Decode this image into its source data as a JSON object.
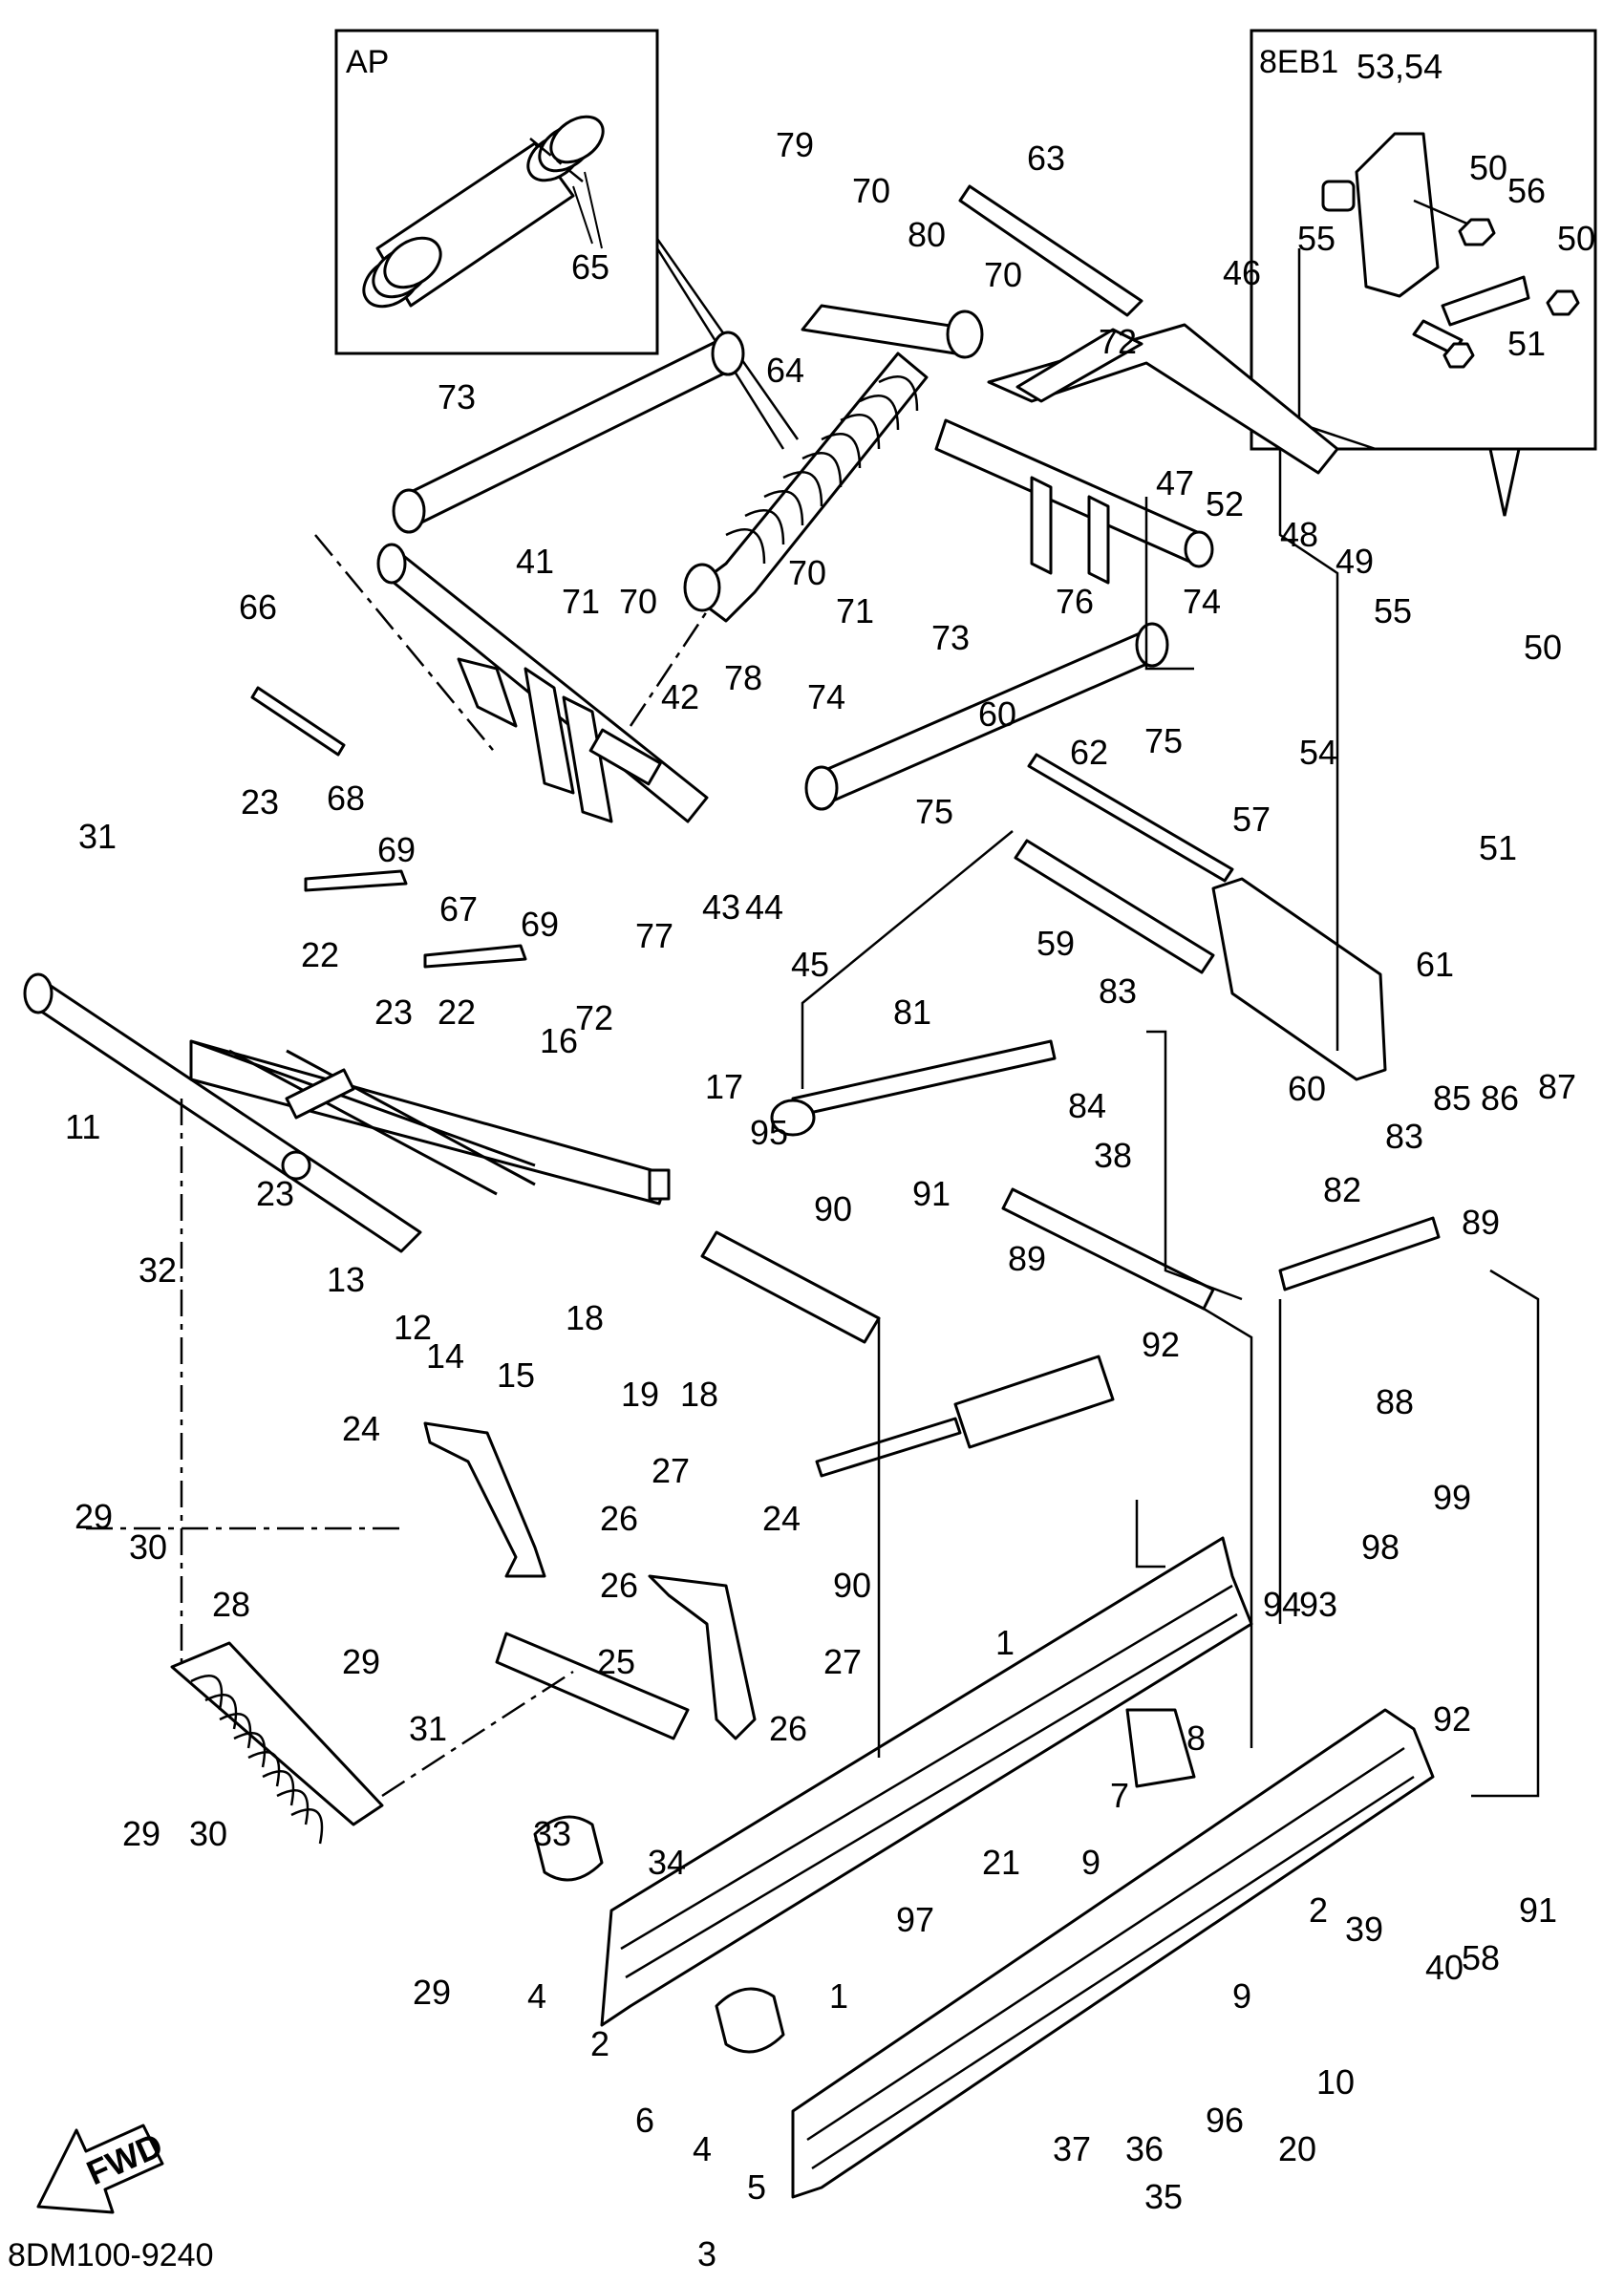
{
  "diagram": {
    "inset_left_label": "AP",
    "inset_right_label": "8EB1",
    "drawing_code": "8DM100-9240",
    "fwd_label": "FWD",
    "part_labels": [
      {
        "id": "65",
        "text": "65"
      },
      {
        "id": "79",
        "text": "79"
      },
      {
        "id": "70a",
        "text": "70"
      },
      {
        "id": "80",
        "text": "80"
      },
      {
        "id": "63",
        "text": "63"
      },
      {
        "id": "70b",
        "text": "70"
      },
      {
        "id": "72a",
        "text": "72"
      },
      {
        "id": "46",
        "text": "46"
      },
      {
        "id": "53_54",
        "text": "53,54"
      },
      {
        "id": "50a",
        "text": "50"
      },
      {
        "id": "56",
        "text": "56"
      },
      {
        "id": "50b",
        "text": "50"
      },
      {
        "id": "55a",
        "text": "55"
      },
      {
        "id": "51a",
        "text": "51"
      },
      {
        "id": "73a",
        "text": "73"
      },
      {
        "id": "64",
        "text": "64"
      },
      {
        "id": "47",
        "text": "47"
      },
      {
        "id": "52",
        "text": "52"
      },
      {
        "id": "48",
        "text": "48"
      },
      {
        "id": "49",
        "text": "49"
      },
      {
        "id": "55b",
        "text": "55"
      },
      {
        "id": "50c",
        "text": "50"
      },
      {
        "id": "41",
        "text": "41"
      },
      {
        "id": "71a",
        "text": "71"
      },
      {
        "id": "70c",
        "text": "70"
      },
      {
        "id": "70d",
        "text": "70"
      },
      {
        "id": "71b",
        "text": "71"
      },
      {
        "id": "76",
        "text": "76"
      },
      {
        "id": "74a",
        "text": "74"
      },
      {
        "id": "66",
        "text": "66"
      },
      {
        "id": "73b",
        "text": "73"
      },
      {
        "id": "78",
        "text": "78"
      },
      {
        "id": "74b",
        "text": "74"
      },
      {
        "id": "75a",
        "text": "75"
      },
      {
        "id": "54",
        "text": "54"
      },
      {
        "id": "51b",
        "text": "51"
      },
      {
        "id": "42",
        "text": "42"
      },
      {
        "id": "68",
        "text": "68"
      },
      {
        "id": "69a",
        "text": "69"
      },
      {
        "id": "23a",
        "text": "23"
      },
      {
        "id": "67",
        "text": "67"
      },
      {
        "id": "69b",
        "text": "69"
      },
      {
        "id": "77",
        "text": "77"
      },
      {
        "id": "43",
        "text": "43"
      },
      {
        "id": "44",
        "text": "44"
      },
      {
        "id": "45",
        "text": "45"
      },
      {
        "id": "75b",
        "text": "75"
      },
      {
        "id": "60a",
        "text": "60"
      },
      {
        "id": "62",
        "text": "62"
      },
      {
        "id": "57",
        "text": "57"
      },
      {
        "id": "59",
        "text": "59"
      },
      {
        "id": "31a",
        "text": "31"
      },
      {
        "id": "22a",
        "text": "22"
      },
      {
        "id": "23b",
        "text": "23"
      },
      {
        "id": "22b",
        "text": "22"
      },
      {
        "id": "72b",
        "text": "72"
      },
      {
        "id": "61",
        "text": "61"
      },
      {
        "id": "83a",
        "text": "83"
      },
      {
        "id": "81",
        "text": "81"
      },
      {
        "id": "84",
        "text": "84"
      },
      {
        "id": "60b",
        "text": "60"
      },
      {
        "id": "85",
        "text": "85"
      },
      {
        "id": "86",
        "text": "86"
      },
      {
        "id": "87",
        "text": "87"
      },
      {
        "id": "16",
        "text": "16"
      },
      {
        "id": "17",
        "text": "17"
      },
      {
        "id": "95",
        "text": "95"
      },
      {
        "id": "11",
        "text": "11"
      },
      {
        "id": "23c",
        "text": "23"
      },
      {
        "id": "90a",
        "text": "90"
      },
      {
        "id": "83b",
        "text": "83"
      },
      {
        "id": "82",
        "text": "82"
      },
      {
        "id": "38",
        "text": "38"
      },
      {
        "id": "91a",
        "text": "91"
      },
      {
        "id": "89a",
        "text": "89"
      },
      {
        "id": "32",
        "text": "32"
      },
      {
        "id": "13",
        "text": "13"
      },
      {
        "id": "12",
        "text": "12"
      },
      {
        "id": "14",
        "text": "14"
      },
      {
        "id": "15",
        "text": "15"
      },
      {
        "id": "18a",
        "text": "18"
      },
      {
        "id": "19",
        "text": "19"
      },
      {
        "id": "18b",
        "text": "18"
      },
      {
        "id": "89b",
        "text": "89"
      },
      {
        "id": "88",
        "text": "88"
      },
      {
        "id": "92a",
        "text": "92"
      },
      {
        "id": "24a",
        "text": "24"
      },
      {
        "id": "27a",
        "text": "27"
      },
      {
        "id": "26a",
        "text": "26"
      },
      {
        "id": "24b",
        "text": "24"
      },
      {
        "id": "99",
        "text": "99"
      },
      {
        "id": "29a",
        "text": "29"
      },
      {
        "id": "30a",
        "text": "30"
      },
      {
        "id": "90b",
        "text": "90"
      },
      {
        "id": "98",
        "text": "98"
      },
      {
        "id": "28",
        "text": "28"
      },
      {
        "id": "26b",
        "text": "26"
      },
      {
        "id": "93",
        "text": "93"
      },
      {
        "id": "94",
        "text": "94"
      },
      {
        "id": "1a",
        "text": "1"
      },
      {
        "id": "27b",
        "text": "27"
      },
      {
        "id": "29b",
        "text": "29"
      },
      {
        "id": "25",
        "text": "25"
      },
      {
        "id": "26c",
        "text": "26"
      },
      {
        "id": "31b",
        "text": "31"
      },
      {
        "id": "8",
        "text": "8"
      },
      {
        "id": "92b",
        "text": "92"
      },
      {
        "id": "7",
        "text": "7"
      },
      {
        "id": "29c",
        "text": "29"
      },
      {
        "id": "30b",
        "text": "30"
      },
      {
        "id": "33",
        "text": "33"
      },
      {
        "id": "34",
        "text": "34"
      },
      {
        "id": "9a",
        "text": "9"
      },
      {
        "id": "91b",
        "text": "91"
      },
      {
        "id": "21",
        "text": "21"
      },
      {
        "id": "97",
        "text": "97"
      },
      {
        "id": "2a",
        "text": "2"
      },
      {
        "id": "39",
        "text": "39"
      },
      {
        "id": "58",
        "text": "58"
      },
      {
        "id": "29d",
        "text": "29"
      },
      {
        "id": "4a",
        "text": "4"
      },
      {
        "id": "40",
        "text": "40"
      },
      {
        "id": "9b",
        "text": "9"
      },
      {
        "id": "1b",
        "text": "1"
      },
      {
        "id": "2b",
        "text": "2"
      },
      {
        "id": "6",
        "text": "6"
      },
      {
        "id": "10",
        "text": "10"
      },
      {
        "id": "96",
        "text": "96"
      },
      {
        "id": "20",
        "text": "20"
      },
      {
        "id": "4b",
        "text": "4"
      },
      {
        "id": "37",
        "text": "37"
      },
      {
        "id": "36",
        "text": "36"
      },
      {
        "id": "5",
        "text": "5"
      },
      {
        "id": "35",
        "text": "35"
      },
      {
        "id": "3",
        "text": "3"
      }
    ]
  }
}
